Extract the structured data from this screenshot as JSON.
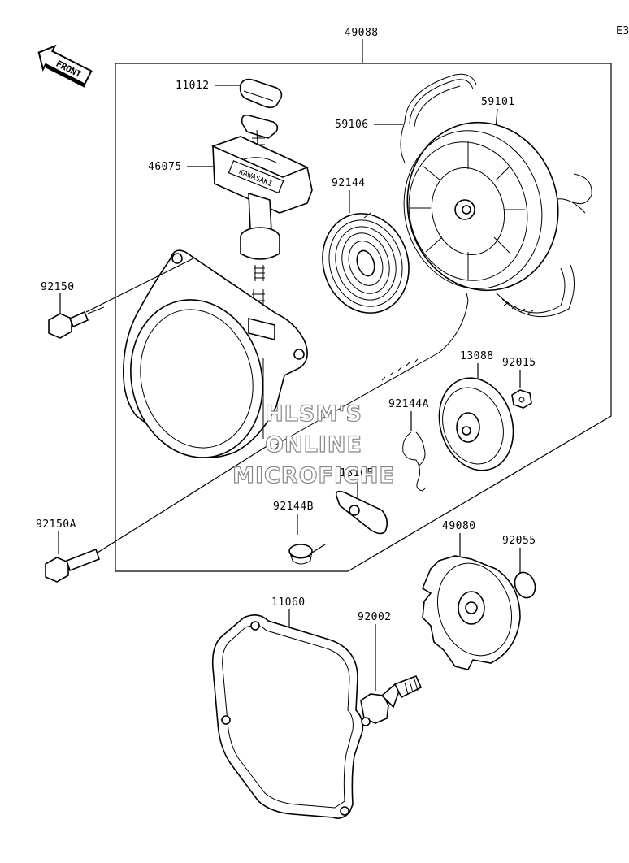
{
  "page_code": "E3",
  "front_label": "FRONT",
  "watermark": [
    "HLSM'S",
    "ONLINE",
    "MICROFICHE"
  ],
  "brand_mark": "KAWASAKI",
  "parts": {
    "p49088": "49088",
    "p11012": "11012",
    "p46075": "46075",
    "p59106": "59106",
    "p59101": "59101",
    "p92144": "92144",
    "p92150": "92150",
    "p13088": "13088",
    "p92015": "92015",
    "p92144A": "92144A",
    "p13165": "13165",
    "p92144B": "92144B",
    "p92150A": "92150A",
    "p49080": "49080",
    "p92055": "92055",
    "p11060": "11060",
    "p92002": "92002"
  }
}
